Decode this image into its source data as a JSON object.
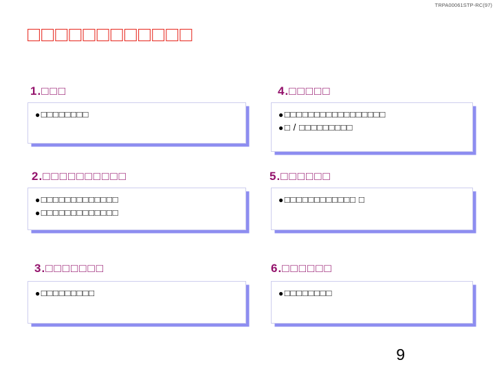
{
  "header": {
    "doc_code": "TRPA00061STP-RC(97)"
  },
  "title": "□□□□□□□□□□□□",
  "page_number": "9",
  "colors": {
    "title": "#e8352c",
    "heading": "#93116b",
    "box_border": "#cdcdee",
    "box_shadow": "#8d8df0",
    "body_text": "#000000",
    "background": "#ffffff"
  },
  "sections": [
    {
      "number": "1.",
      "heading": "□□□",
      "bullets": [
        "□□□□□□□□"
      ]
    },
    {
      "number": "2.",
      "heading": "□□□□□□□□□□",
      "bullets": [
        "□□□□□□□□□□□□□",
        "□□□□□□□□□□□□□"
      ]
    },
    {
      "number": "3.",
      "heading": "□□□□□□□",
      "bullets": [
        "□□□□□□□□□"
      ]
    },
    {
      "number": "4.",
      "heading": "□□□□□",
      "bullets": [
        "□□□□□□□□□□□□□□□□□",
        "□ / □□□□□□□□□"
      ]
    },
    {
      "number": "5.",
      "heading": "□□□□□□",
      "bullets": [
        "□□□□□□□□□□□□ □"
      ]
    },
    {
      "number": "6.",
      "heading": "□□□□□□",
      "bullets": [
        "□□□□□□□□"
      ]
    }
  ]
}
